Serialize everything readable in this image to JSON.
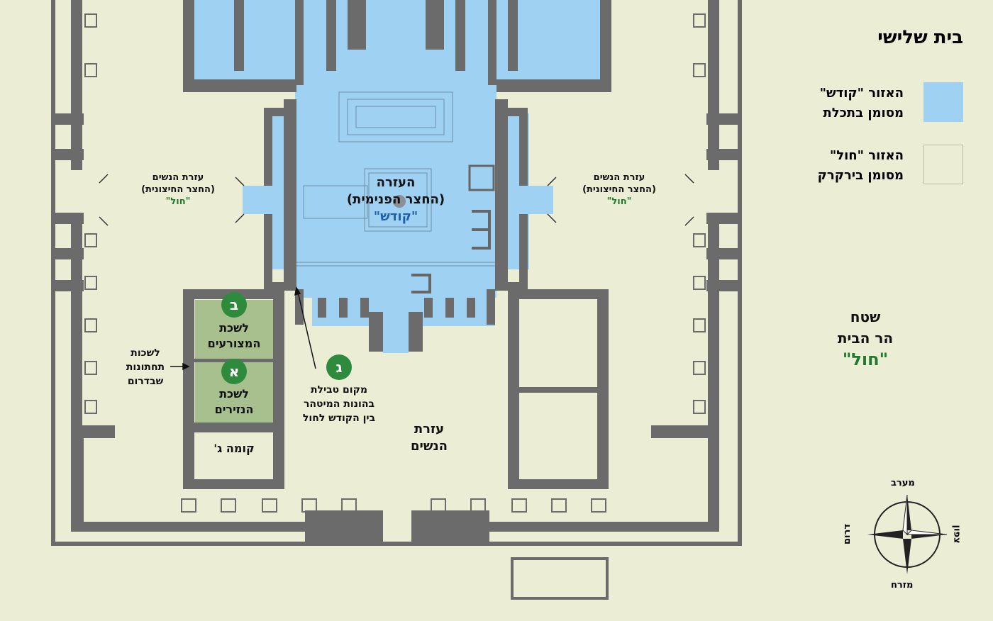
{
  "legend": {
    "title": "בית שלישי",
    "holy": {
      "line1": "האזור \"קודש\"",
      "line2": "מסומן בתכלת",
      "color": "#9fd2f2"
    },
    "profane": {
      "line1": "האזור \"חול\"",
      "line2": "מסומן בירקרק",
      "color": "#ebedd5"
    }
  },
  "temple_mount": {
    "line1": "שטח",
    "line2": "הר הבית",
    "status": "\"חול\""
  },
  "azara": {
    "line1": "העזרה",
    "line2": "(החצר הפנימית)",
    "status": "\"קודש\""
  },
  "outer_court_left": {
    "line1": "עזרת הנשים",
    "line2": "(החצר החיצונית)",
    "status": "\"חול\""
  },
  "outer_court_right": {
    "line1": "עזרת הנשים",
    "line2": "(החצר החיצונית)",
    "status": "\"חול\""
  },
  "womens_court": {
    "line1": "עזרת",
    "line2": "הנשים"
  },
  "chamber_b": {
    "badge": "ב",
    "line1": "לשכת",
    "line2": "המצורעים"
  },
  "chamber_a": {
    "badge": "א",
    "line1": "לשכת",
    "line2": "הנזירים"
  },
  "floor_c": {
    "label": "קומה ג'"
  },
  "lower_chambers": {
    "line1": "לשכות",
    "line2": "תחתונות",
    "line3": "שבדרום"
  },
  "immersion": {
    "badge": "ג",
    "line1": "מקום טבילת",
    "line2": "בהונות המיטהר",
    "line3": "בין הקודש לחול"
  },
  "compass": {
    "north": "צפון",
    "south": "דרום",
    "east": "מזרח",
    "west": "מערב"
  },
  "colors": {
    "wall": "#6b6b6b",
    "holy": "#9fd2f2",
    "ground": "#ebedd5",
    "chamber": "#a8c08e",
    "badge": "#2e8b3d",
    "line": "#777777"
  }
}
